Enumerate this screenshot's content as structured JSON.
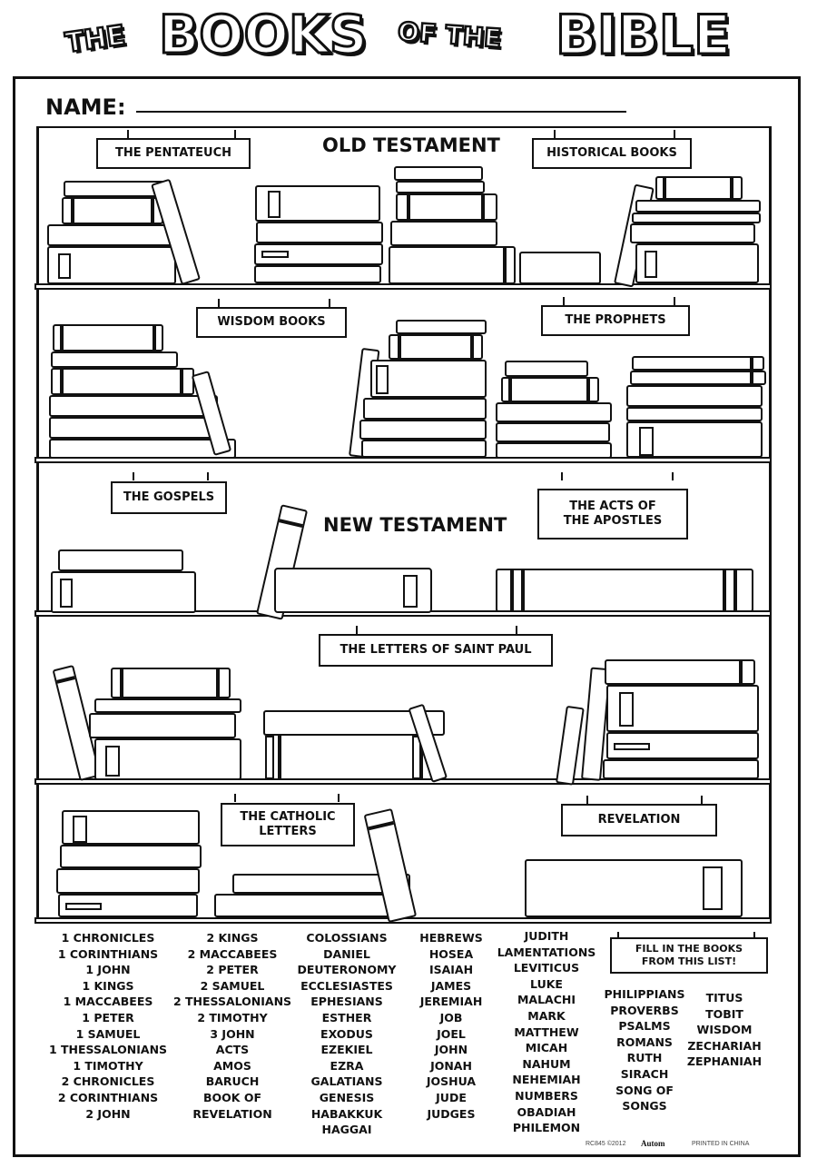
{
  "title": {
    "word1": "THE",
    "word2": "BOOKS",
    "word3": "OF THE",
    "word4": "BIBLE"
  },
  "name_label": "NAME:",
  "sections": {
    "old_testament": "OLD TESTAMENT",
    "new_testament": "NEW TESTAMENT"
  },
  "labels": {
    "pentateuch": "THE PENTATEUCH",
    "historical": "HISTORICAL BOOKS",
    "wisdom": "WISDOM BOOKS",
    "prophets": "THE PROPHETS",
    "gospels": "THE GOSPELS",
    "acts": "THE ACTS OF THE APOSTLES",
    "letters_paul": "THE LETTERS OF SAINT PAUL",
    "catholic_letters": "THE CATHOLIC LETTERS",
    "revelation": "REVELATION"
  },
  "fill_in": "FILL IN THE BOOKS FROM THIS LIST!",
  "word_list": {
    "col1": [
      "1 CHRONICLES",
      "1 CORINTHIANS",
      "1 JOHN",
      "1 KINGS",
      "1 MACCABEES",
      "1 PETER",
      "1 SAMUEL",
      "1 THESSALONIANS",
      "1 TIMOTHY",
      "2 CHRONICLES",
      "2 CORINTHIANS",
      "2 JOHN"
    ],
    "col2": [
      "2 KINGS",
      "2 MACCABEES",
      "2 PETER",
      "2 SAMUEL",
      "2 THESSALONIANS",
      "2 TIMOTHY",
      "3 JOHN",
      "ACTS",
      "AMOS",
      "BARUCH",
      "BOOK OF",
      "REVELATION"
    ],
    "col3": [
      "COLOSSIANS",
      "DANIEL",
      "DEUTERONOMY",
      "ECCLESIASTES",
      "EPHESIANS",
      "ESTHER",
      "EXODUS",
      "EZEKIEL",
      "EZRA",
      "GALATIANS",
      "GENESIS",
      "HABAKKUK",
      "HAGGAI"
    ],
    "col4": [
      "HEBREWS",
      "HOSEA",
      "ISAIAH",
      "JAMES",
      "JEREMIAH",
      "JOB",
      "JOEL",
      "JOHN",
      "JONAH",
      "JOSHUA",
      "JUDE",
      "JUDGES"
    ],
    "col5": [
      "JUDITH",
      "LAMENTATIONS",
      "LEVITICUS",
      "LUKE",
      "MALACHI",
      "MARK",
      "MATTHEW",
      "MICAH",
      "NAHUM",
      "NEHEMIAH",
      "NUMBERS",
      "OBADIAH",
      "PHILEMON"
    ],
    "col6": [
      "PHILIPPIANS",
      "PROVERBS",
      "PSALMS",
      "ROMANS",
      "RUTH",
      "SIRACH",
      "SONG OF",
      "SONGS"
    ],
    "col7": [
      "TITUS",
      "TOBIT",
      "WISDOM",
      "ZECHARIAH",
      "ZEPHANIAH"
    ]
  },
  "footer": {
    "code": "RC845 ©2012",
    "brand": "Autom",
    "printed": "PRINTED IN CHINA"
  }
}
